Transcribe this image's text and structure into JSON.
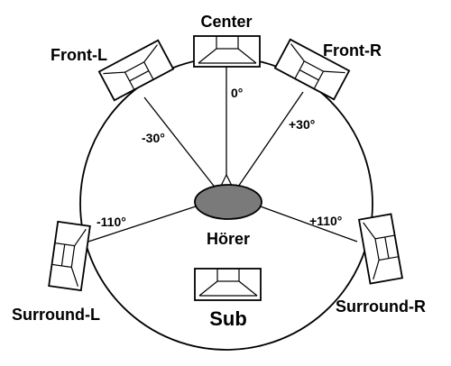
{
  "speakers": {
    "center": {
      "label": "Center"
    },
    "front_left": {
      "label": "Front-L"
    },
    "front_right": {
      "label": "Front-R"
    },
    "surround_left": {
      "label": "Surround-L"
    },
    "surround_right": {
      "label": "Surround-R"
    },
    "sub": {
      "label": "Sub"
    }
  },
  "listener": {
    "label": "Hörer",
    "color": "#7a7a7a"
  },
  "angles": {
    "center": "0°",
    "front_left": "-30°",
    "front_right": "+30°",
    "surround_left": "-110°",
    "surround_right": "+110°"
  }
}
